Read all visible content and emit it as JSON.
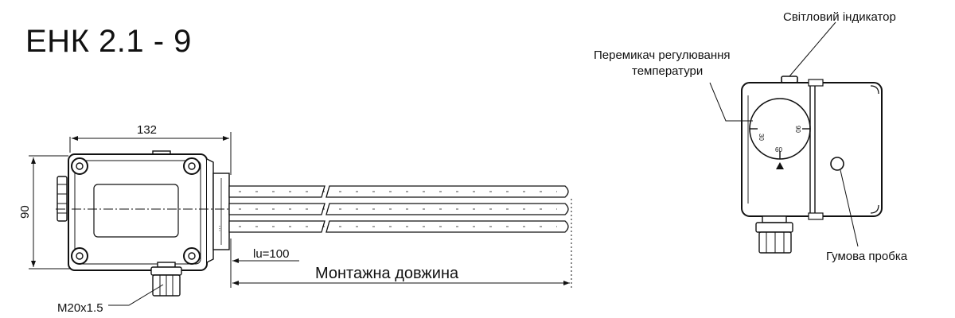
{
  "title": "ЕНК 2.1 - 9",
  "dimensions": {
    "width": "132",
    "height": "90",
    "lu": "lu=100",
    "mounting_length": "Монтажна довжина",
    "thread": "M20x1.5"
  },
  "side_view": {
    "indicator_label": "Світловий індикатор",
    "switch_label_line1": "Перемикач регулювання",
    "switch_label_line2": "температури",
    "plug_label": "Гумова пробка",
    "dial": {
      "left": "30",
      "right": "90",
      "bottom": "60"
    }
  }
}
